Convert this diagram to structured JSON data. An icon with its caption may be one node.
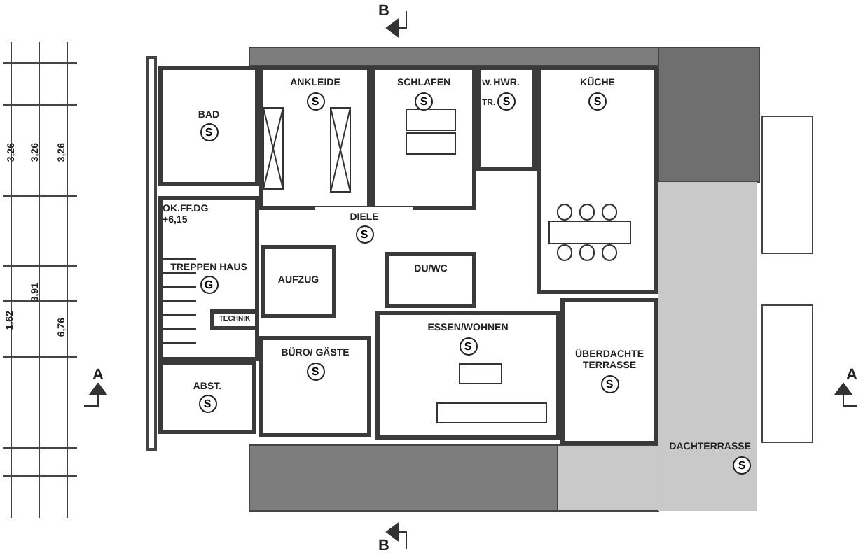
{
  "diagram": {
    "nodes": [
      {
        "text": [
          "BAD",
          "S"
        ]
      },
      {
        "text": [
          "ANKLEIDE",
          "S"
        ]
      },
      {
        "text": [
          "SCHLAFEN",
          "S"
        ]
      },
      {
        "text": [
          "HWR.",
          "S"
        ]
      },
      {
        "text": [
          "KÜCHE",
          "S"
        ]
      },
      {
        "text": [
          "DIELE",
          "S"
        ]
      },
      {
        "text": [
          "TREPPEN HAUS",
          "G"
        ]
      },
      {
        "text": [
          "AUFZUG"
        ]
      },
      {
        "text": [
          "DU/WC"
        ]
      },
      {
        "text": [
          "TECHNIK"
        ],
        "in": 6
      },
      {
        "text": [
          "BÜRO/ GÄSTE",
          "S"
        ]
      },
      {
        "text": [
          "ABST.",
          "S"
        ]
      },
      {
        "text": [
          "ESSEN/WOHNEN",
          "S"
        ]
      },
      {
        "text": [
          "ÜBERDACHTE TERRASSE",
          "S"
        ]
      },
      {
        "text": [
          "DACHTERRASSE",
          "S"
        ]
      }
    ],
    "labels": [
      "B",
      "3,26",
      "3,26",
      "3,26",
      "W.",
      "TR.",
      "OK.FF.DG +6,15",
      "1,62",
      "3,91",
      "6,76",
      "A",
      "A",
      "B"
    ]
  }
}
